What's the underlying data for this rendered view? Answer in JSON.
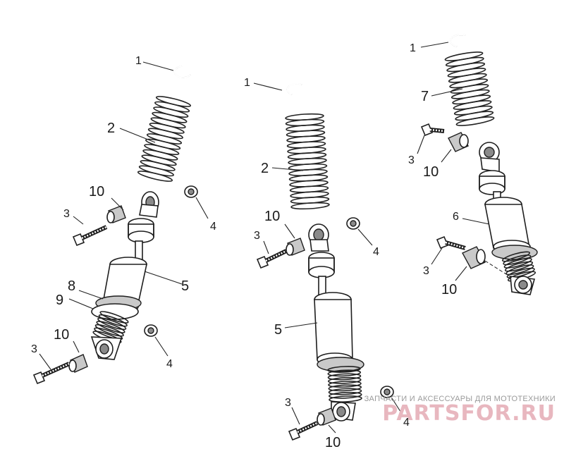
{
  "diagram": {
    "callouts": [
      {
        "id": "l-1-a",
        "text": "1"
      },
      {
        "id": "l-2-a",
        "text": "2"
      },
      {
        "id": "l-10-a",
        "text": "10"
      },
      {
        "id": "l-3-a",
        "text": "3"
      },
      {
        "id": "l-4-a",
        "text": "4"
      },
      {
        "id": "l-5-a",
        "text": "5"
      },
      {
        "id": "l-8-a",
        "text": "8"
      },
      {
        "id": "l-9-a",
        "text": "9"
      },
      {
        "id": "l-10-b",
        "text": "10"
      },
      {
        "id": "l-3-b",
        "text": "3"
      },
      {
        "id": "l-4-b",
        "text": "4"
      },
      {
        "id": "l-1-b",
        "text": "1"
      },
      {
        "id": "l-2-b",
        "text": "2"
      },
      {
        "id": "l-10-c",
        "text": "10"
      },
      {
        "id": "l-3-c",
        "text": "3"
      },
      {
        "id": "l-4-c",
        "text": "4"
      },
      {
        "id": "l-5-b",
        "text": "5"
      },
      {
        "id": "l-3-d",
        "text": "3"
      },
      {
        "id": "l-10-d",
        "text": "10"
      },
      {
        "id": "l-4-d",
        "text": "4"
      },
      {
        "id": "l-1-c",
        "text": "1"
      },
      {
        "id": "l-7-a",
        "text": "7"
      },
      {
        "id": "l-3-e",
        "text": "3"
      },
      {
        "id": "l-10-e",
        "text": "10"
      },
      {
        "id": "l-6-a",
        "text": "6"
      },
      {
        "id": "l-3-f",
        "text": "3"
      },
      {
        "id": "l-10-f",
        "text": "10"
      }
    ]
  },
  "watermark": {
    "tagline": "ЗАПЧАСТИ И АКСЕССУАРЫ ДЛЯ МОТОТЕХНИКИ",
    "logo": "PARTSFOR.RU"
  },
  "colors": {
    "ink": "#1e1e1e",
    "part_fill": "#ffffff",
    "part_shade": "#c9c9c9",
    "watermark_logo": "#e8b7bf",
    "watermark_text": "#9a9a9a"
  }
}
